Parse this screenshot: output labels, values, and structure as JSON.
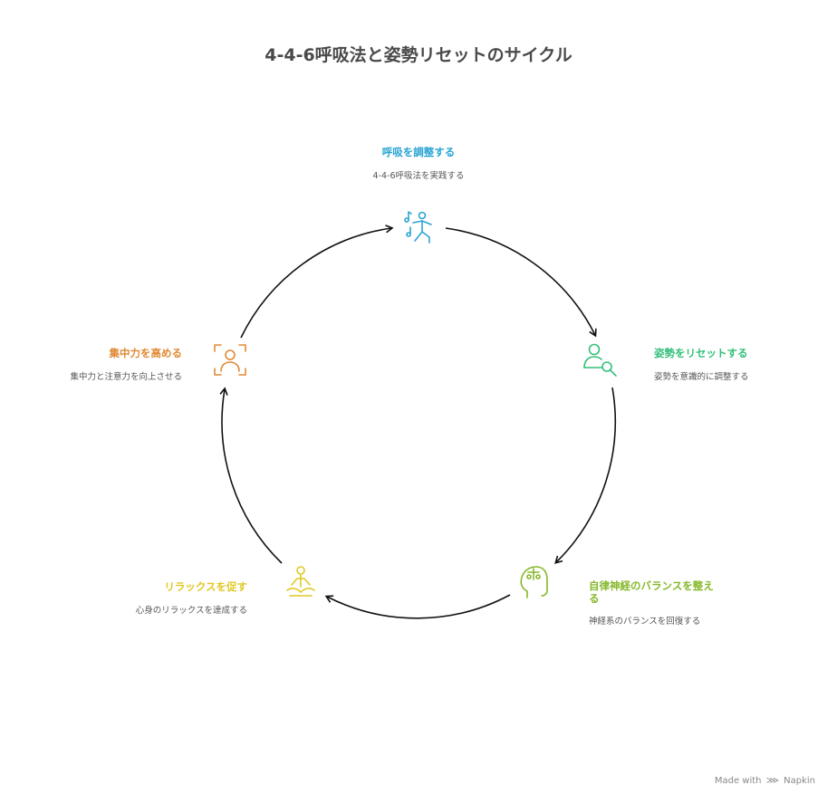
{
  "title": "4-4-6呼吸法と姿勢リセットのサイクル",
  "colors": {
    "breathing": "#2aa4d2",
    "posture": "#34c07a",
    "autonomic": "#86b82a",
    "relax": "#e0c822",
    "focus": "#e08a33",
    "arrow": "#111111",
    "title": "#4a4a4a"
  },
  "steps": [
    {
      "label": "呼吸を調整する",
      "desc": "4-4-6呼吸法を実践する",
      "icon": "dancing-person-music-icon"
    },
    {
      "label": "姿勢をリセットする",
      "desc": "姿勢を意識的に調整する",
      "icon": "person-search-icon"
    },
    {
      "label": "自律神経のバランスを整える",
      "desc": "神経系のバランスを回復する",
      "icon": "head-balance-icon"
    },
    {
      "label": "リラックスを促す",
      "desc": "心身のリラックスを達成する",
      "icon": "meditating-person-icon"
    },
    {
      "label": "集中力を高める",
      "desc": "集中力と注意力を向上させる",
      "icon": "focus-frame-person-icon"
    }
  ],
  "footer": {
    "made_with": "Made with",
    "brand": "Napkin"
  }
}
